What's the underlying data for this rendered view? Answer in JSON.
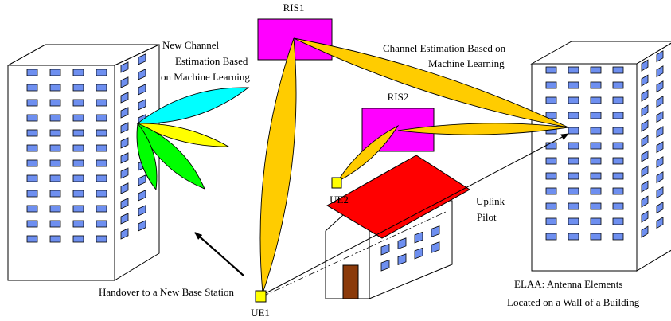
{
  "labels": {
    "ris1": "RIS1",
    "ris2": "RIS2",
    "ue1": "UE1",
    "ue2": "UE2",
    "new_channel_line1": "New Channel",
    "new_channel_line2": "Estimation Based",
    "new_channel_line3": "on Machine Learning",
    "channel_est_line1": "Channel Estimation Based on",
    "channel_est_line2": "Machine Learning",
    "uplink_line1": "Uplink",
    "uplink_line2": "Pilot",
    "handover": "Handover to a New Base Station",
    "elaa_line1": "ELAA: Antenna Elements",
    "elaa_line2": "Located on a Wall of a Building"
  },
  "colors": {
    "ris": "#ff00ff",
    "beam": "#ffcc00",
    "beam_cyan": "#00ffff",
    "beam_yellow": "#ffff00",
    "beam_green": "#00ff00",
    "window": "#6e8ff0",
    "roof": "#ff0000",
    "door": "#8b3a0a",
    "ue": "#ffff00"
  }
}
